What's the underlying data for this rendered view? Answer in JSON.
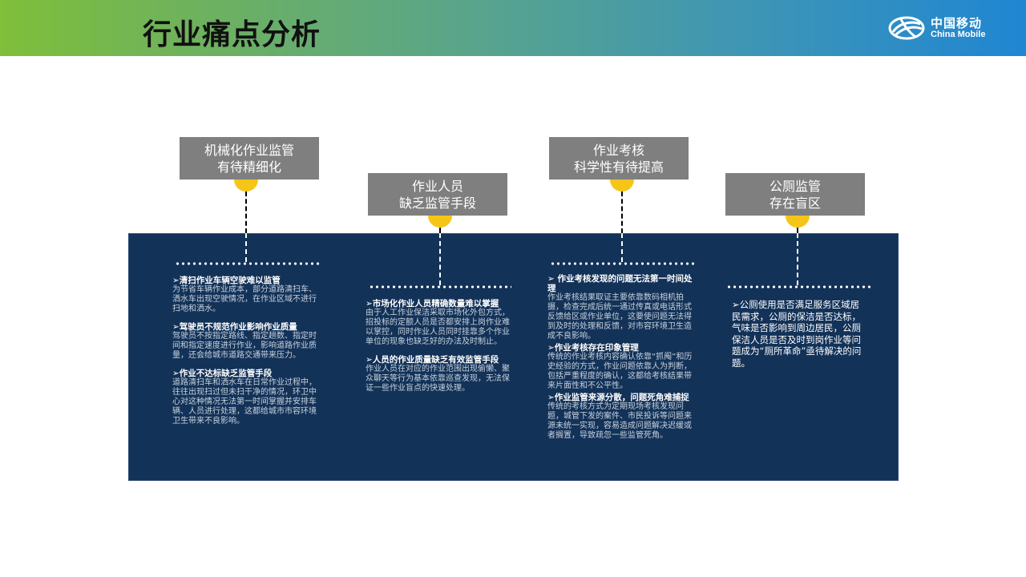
{
  "header": {
    "title": "行业痛点分析",
    "logo_cn": "中国移动",
    "logo_en": "China Mobile",
    "gradient_colors": [
      "#7fbf3a",
      "#5aa58a",
      "#1f86d2"
    ]
  },
  "colors": {
    "panel": "#133258",
    "label_box": "#7f7f7f",
    "dot": "#f5c518"
  },
  "columns": [
    {
      "label_line1": "机械化作业监管",
      "label_line2": "有待精细化",
      "sections": [
        {
          "heading": "➢清扫作业车辆空驶难以监管",
          "body": "为节省车辆作业成本，部分道路清扫车、洒水车出现空驶情况，在作业区域不进行扫地和洒水。"
        },
        {
          "heading": "➢驾驶员不规范作业影响作业质量",
          "body": "驾驶员不按指定路线、指定趟数、指定时间和指定速度进行作业，影响道路作业质量，还会给城市道路交通带来压力。"
        },
        {
          "heading": "➢作业不达标缺乏监管手段",
          "body": "道路清扫车和洒水车在日常作业过程中，往往出现扫过但未扫干净的情况，环卫中心对这种情况无法第一时间掌握并安排车辆、人员进行处理，这都给城市市容环境卫生带来不良影响。"
        }
      ]
    },
    {
      "label_line1": "作业人员",
      "label_line2": "缺乏监管手段",
      "sections": [
        {
          "heading": "➢市场化作业人员精确数量难以掌握",
          "body": "由于人工作业保洁采取市场化外包方式，招投标的定额人员是否都安排上岗作业难以掌控，同时作业人员同时挂靠多个作业单位的现象也缺乏好的办法及时制止。"
        },
        {
          "heading": "➢人员的作业质量缺乏有效监管手段",
          "body": "作业人员在对应的作业范围出现偷懒、聚众聊天等行为基本依靠巡查发现，无法保证一些作业盲点的快速处理。"
        }
      ]
    },
    {
      "label_line1": "作业考核",
      "label_line2": "科学性有待提高",
      "sections": [
        {
          "heading": "➢ 作业考核发现的问题无法第一时间处理",
          "body": "作业考核结果取证主要依靠数码相机拍摄，检查完成后统一通过传真或电话形式反馈给区或作业单位，这要使问题无法得到及时的处理和反馈，对市容环境卫生造成不良影响。"
        },
        {
          "heading": "➢作业考核存在印象管理",
          "body": "传统的作业考核内容确认依靠“抓阄”和历史经验的方式，作业问题依靠人为判断，包括严重程度的确认，这都给考核结果带来片面性和不公平性。"
        },
        {
          "heading": "➢作业监管来源分散，问题死角难捕捉",
          "body": "传统的考核方式为定期现场考核发现问题，城管下发的案件、市民投诉等问题来源未统一实现，容易造成问题解决迟缓或者搁置，导致疏忽一些监管死角。"
        }
      ]
    },
    {
      "label_line1": "公厕监管",
      "label_line2": "存在盲区",
      "body": "➢公厕使用是否满足服务区域居民需求，公厕的保洁是否达标，气味是否影响到周边居民，公厕保洁人员是否及时到岗作业等问题成为“厕所革命”亟待解决的问题。"
    }
  ]
}
